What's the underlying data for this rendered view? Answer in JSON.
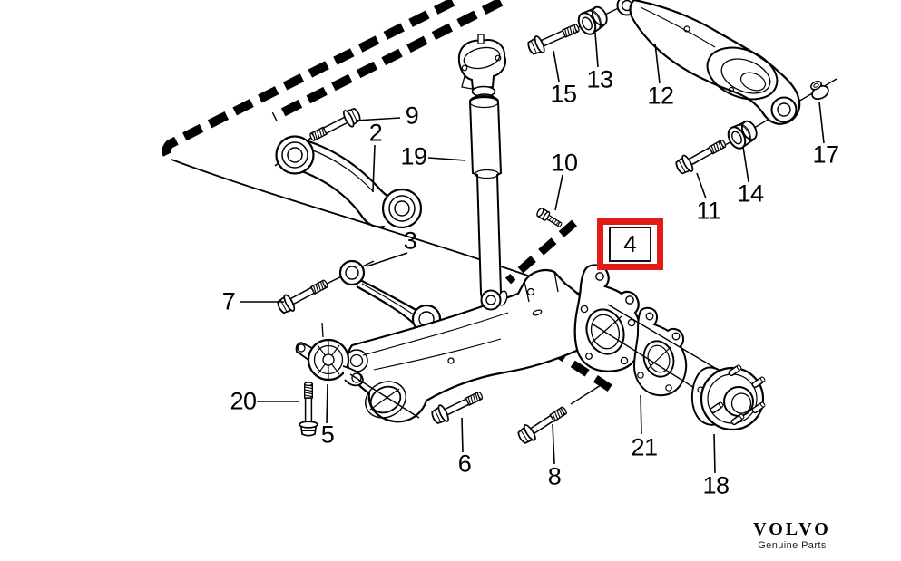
{
  "diagram": {
    "selected_callout": "4",
    "callouts": {
      "c2": "2",
      "c3": "3",
      "c4": "4",
      "c5": "5",
      "c6": "6",
      "c7": "7",
      "c8": "8",
      "c9": "9",
      "c10": "10",
      "c11": "11",
      "c12": "12",
      "c13": "13",
      "c14": "14",
      "c15": "15",
      "c17": "17",
      "c18": "18",
      "c19": "19",
      "c20": "20",
      "c21": "21"
    }
  },
  "branding": {
    "logo_text": "VOLVO",
    "tagline": "Genuine Parts"
  },
  "colors": {
    "line": "#000000",
    "background": "#ffffff",
    "highlight": "#e31c18"
  }
}
